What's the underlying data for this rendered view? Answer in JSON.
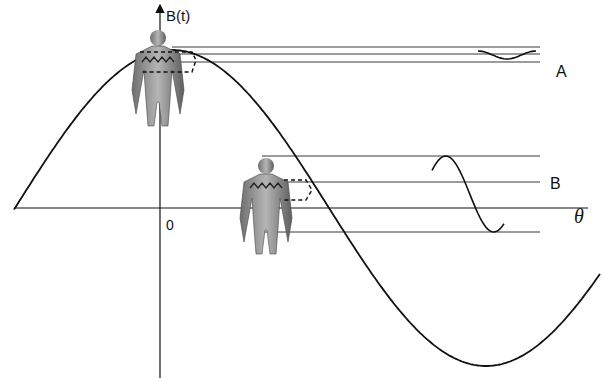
{
  "diagram": {
    "labels": [
      "B(t)",
      "0",
      "A",
      "B",
      "θ"
    ]
  }
}
